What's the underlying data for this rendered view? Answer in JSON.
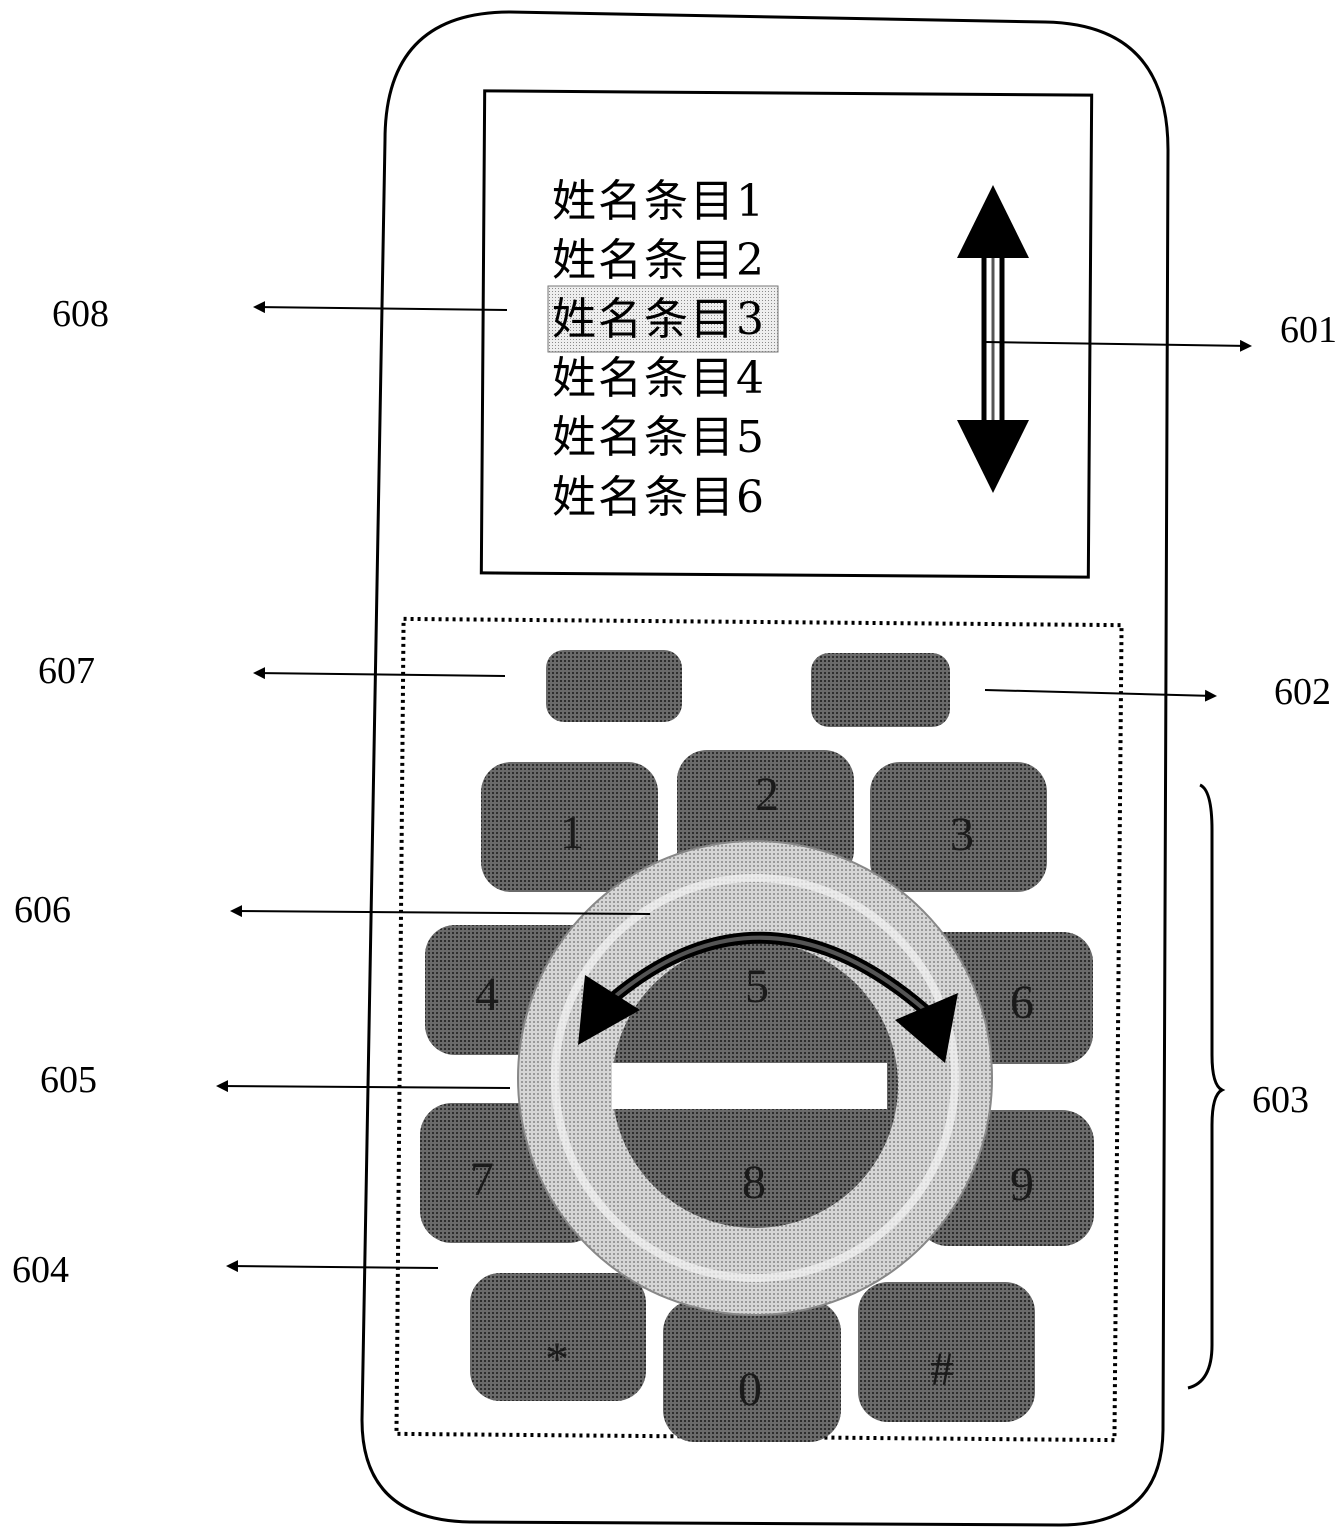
{
  "screen": {
    "entries": [
      "姓名条目1",
      "姓名条目2",
      "姓名条目3",
      "姓名条目4",
      "姓名条目5",
      "姓名条目6"
    ],
    "selected_index": 2,
    "scroll_indicator_icon": "double-vertical-arrow-icon"
  },
  "soft_keys": {
    "left_icon": "soft-key",
    "right_icon": "soft-key"
  },
  "keypad": {
    "keys": [
      "1",
      "2",
      "3",
      "4",
      "5",
      "6",
      "7",
      "8",
      "9",
      "*",
      "0",
      "#"
    ]
  },
  "navigator": {
    "icon": "rotary-wheel-icon",
    "arc_icon": "bidirectional-arc-arrow-icon"
  },
  "labels": {
    "l601": "601",
    "l602": "602",
    "l603": "603",
    "l604": "604",
    "l605": "605",
    "l606": "606",
    "l607": "607",
    "l608": "608"
  },
  "colors": {
    "key_fill": "#444444",
    "ring_fill": "#bdbdbd",
    "inner_fill": "#555555"
  }
}
